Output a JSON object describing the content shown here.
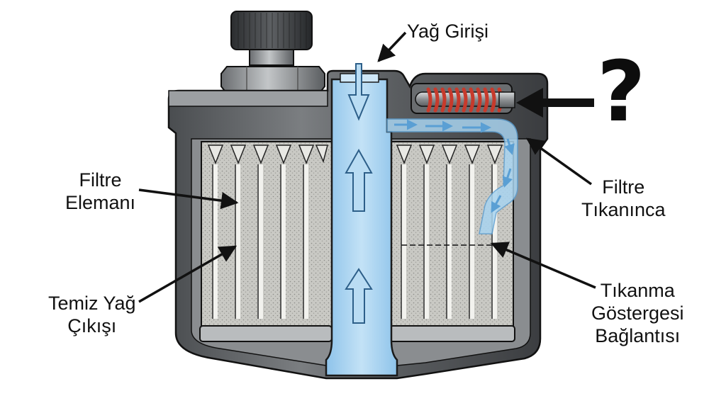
{
  "labels": {
    "oil_inlet": "Yağ Girişi",
    "filter_element": {
      "line1": "Filtre",
      "line2": "Elemanı"
    },
    "clean_oil_outlet": {
      "line1": "Temiz Yağ",
      "line2": "Çıkışı"
    },
    "when_filter_clogs": {
      "line1": "Filtre",
      "line2": "Tıkanınca"
    },
    "clog_indicator_connection": {
      "line1": "Tıkanma",
      "line2": "Göstergesi",
      "line3": "Bağlantısı"
    },
    "question_mark": "?"
  },
  "colors": {
    "housing_dark": "#3d4043",
    "housing_mid": "#6d7073",
    "housing_light": "#9a9d9f",
    "oil_blue": "#a9d4f0",
    "oil_blue_dark": "#6fa9d6",
    "spring_red": "#c73a2c",
    "filter_media": "#c7c7c2",
    "outline": "#1a1a1a"
  }
}
